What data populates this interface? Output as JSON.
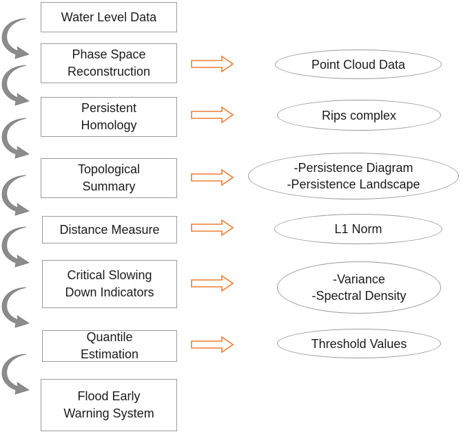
{
  "steps": [
    {
      "label": "Water Level Data"
    },
    {
      "label": "Phase Space\nReconstruction"
    },
    {
      "label": "Persistent\nHomology"
    },
    {
      "label": "Topological\nSummary"
    },
    {
      "label": "Distance Measure"
    },
    {
      "label": "Critical Slowing\nDown Indicators"
    },
    {
      "label": "Quantile\nEstimation"
    },
    {
      "label": "Flood Early\nWarning System"
    }
  ],
  "outputs": [
    {
      "label": "Point Cloud Data"
    },
    {
      "label": "Rips complex"
    },
    {
      "label": "-Persistence Diagram\n-Persistence Landscape"
    },
    {
      "label": "L1 Norm"
    },
    {
      "label": "-Variance\n-Spectral Density"
    },
    {
      "label": "Threshold Values"
    }
  ],
  "colors": {
    "box_border": "#9a9a9a",
    "right_arrow": "#ed7d31",
    "curved_arrow": "#8c8c8c"
  },
  "icons": {
    "flow_arrow": "right-block-arrow-icon",
    "step_connector": "curved-down-arrow-icon"
  }
}
